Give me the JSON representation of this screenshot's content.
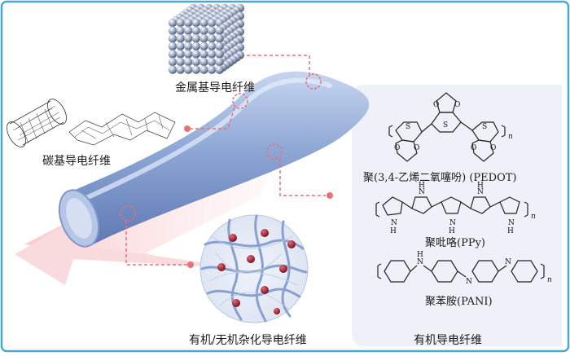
{
  "labels": {
    "metal_fiber": "金属基导电纤维",
    "carbon_fiber": "碳基导电纤维",
    "hybrid_fiber": "有机/无机杂化导电纤维",
    "organic_fiber": "有机导电纤维"
  },
  "polymers": [
    {
      "name": "聚(3,4-乙烯二氧噻吩) (PEDOT)"
    },
    {
      "name": "聚吡咯(PPy)"
    },
    {
      "name": "聚苯胺(PANI)"
    }
  ],
  "structure_text": {
    "sulfur": "S",
    "oxygen": "O",
    "nitrogen": "N",
    "amine": "H",
    "repeat_n": "n"
  },
  "colors": {
    "frame": "#4aa8d8",
    "fiber": "#8fa8d6",
    "connector": "#e8707a",
    "arrow": "#f7c9cc",
    "particle": "#9b1e2c",
    "panel": "#eef2f8"
  }
}
